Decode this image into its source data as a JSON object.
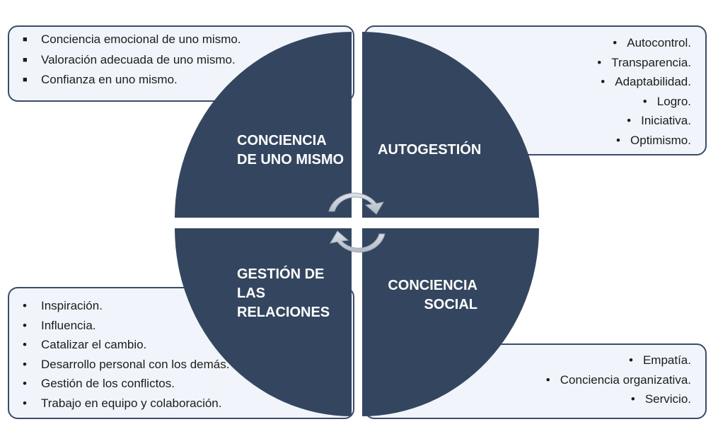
{
  "quadrants": {
    "top_left": {
      "title_lines": [
        "CONCIENCIA",
        "DE UNO MISMO"
      ],
      "items": [
        "Conciencia emocional de uno mismo.",
        "Valoración adecuada de uno mismo.",
        "Confianza en uno mismo."
      ]
    },
    "top_right": {
      "title_lines": [
        "AUTOGESTIÓN"
      ],
      "items": [
        "Autocontrol.",
        "Transparencia.",
        "Adaptabilidad.",
        "Logro.",
        "Iniciativa.",
        "Optimismo."
      ]
    },
    "bottom_left": {
      "title_lines": [
        "GESTIÓN DE",
        "LAS",
        "RELACIONES"
      ],
      "items": [
        "Inspiración.",
        "Influencia.",
        "Catalizar el cambio.",
        "Desarrollo personal con los demás.",
        "Gestión de los conflictos.",
        "Trabajo en equipo y colaboración."
      ]
    },
    "bottom_right": {
      "title_lines": [
        "CONCIENCIA",
        "SOCIAL"
      ],
      "items": [
        "Empatía.",
        "Conciencia organizativa.",
        "Servicio."
      ]
    }
  },
  "colors": {
    "quadrant_fill": "#34465f",
    "box_fill": "#f1f5fb",
    "box_border": "#3a4d66",
    "arrow_fill": "#c9d0d9"
  },
  "icons": {
    "square_bullet": "■",
    "round_bullet": "•"
  }
}
